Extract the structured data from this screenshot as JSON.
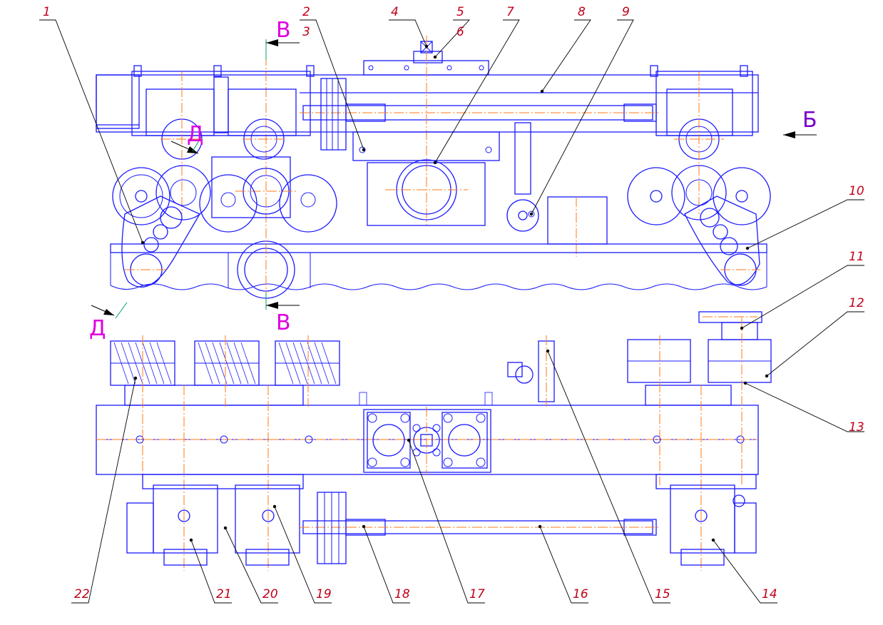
{
  "sections": {
    "B_top": "В",
    "B_bottom": "В",
    "D_top": "Д",
    "D_bottom": "Д",
    "B_right": "Б"
  },
  "callouts": [
    "1",
    "2",
    "3",
    "4",
    "5",
    "6",
    "7",
    "8",
    "9",
    "10",
    "11",
    "12",
    "13",
    "14",
    "15",
    "16",
    "17",
    "18",
    "19",
    "20",
    "21",
    "22"
  ],
  "colors": {
    "outline": "#1a1aff",
    "centerline": "#ff7a1a",
    "callout_number": "#c0001a",
    "section_letter": "#e000e0",
    "leader": "#000000"
  }
}
